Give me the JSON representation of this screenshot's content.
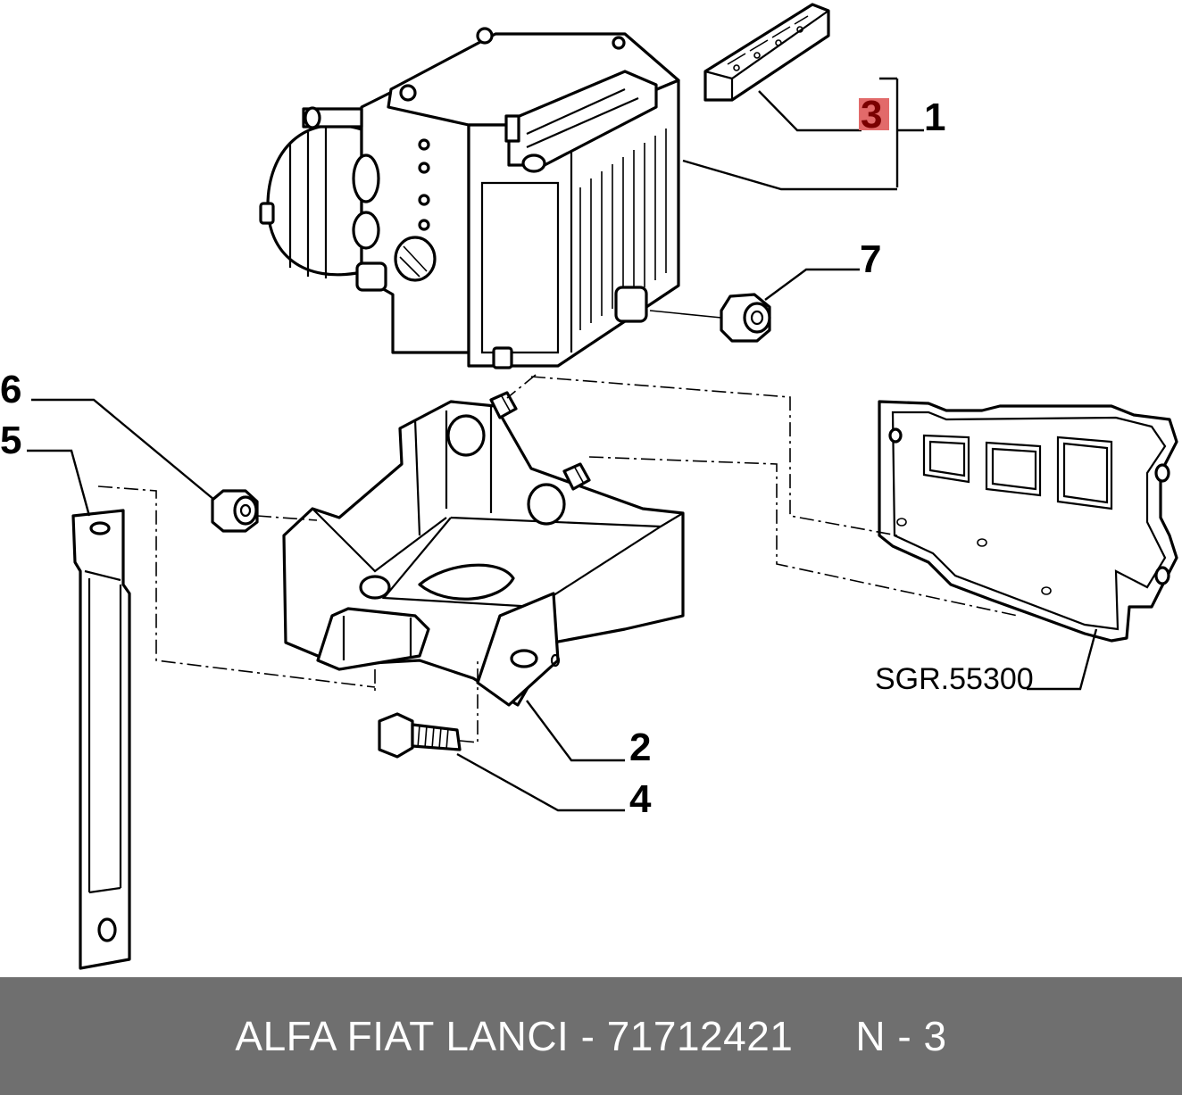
{
  "callouts": {
    "c1": "1",
    "c2": "2",
    "c3": "3",
    "c4": "4",
    "c5": "5",
    "c6": "6",
    "c7": "7"
  },
  "reference": "SGR.55300",
  "colors": {
    "highlight": "#e26a6a",
    "highlight_text": "#7a0000",
    "footer_bg": "#6f6f6f",
    "footer_text": "#ffffff"
  },
  "footer": {
    "brand_part": "ALFA FIAT LANCI - 71712421",
    "position": "N - 3"
  }
}
